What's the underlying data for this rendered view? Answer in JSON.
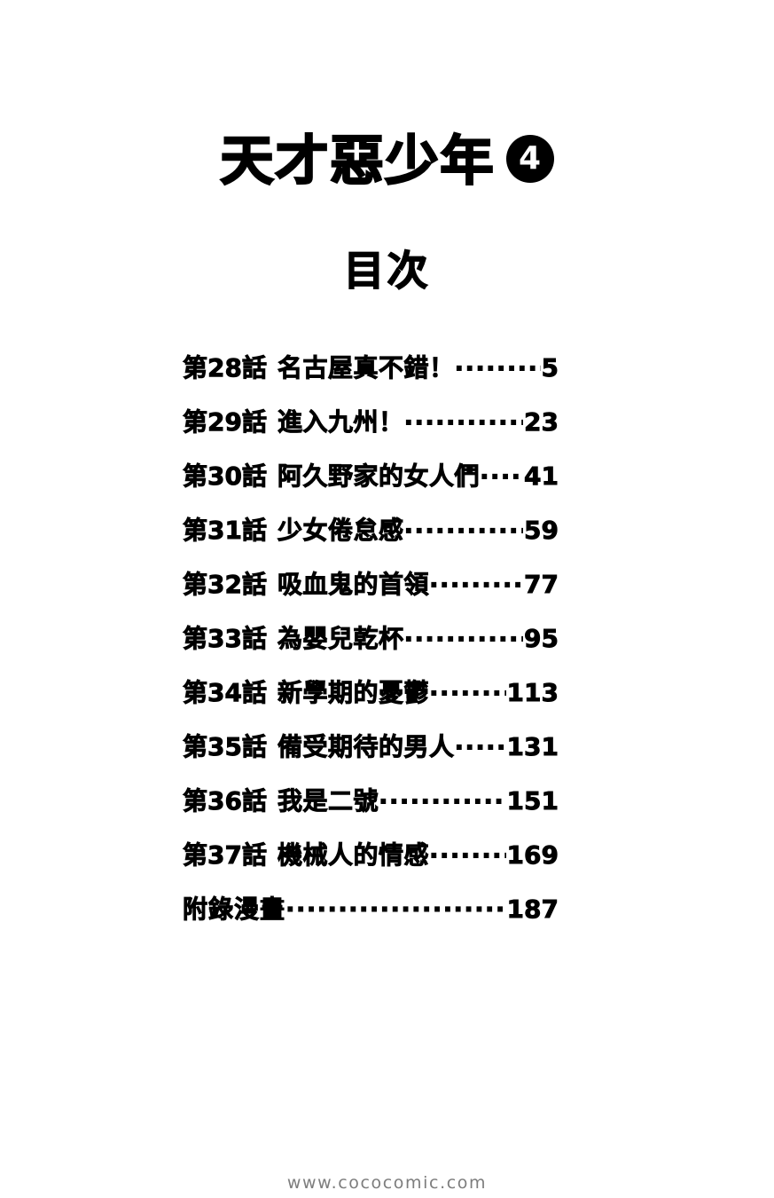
{
  "book": {
    "title": "天才惡少年",
    "volume_badge": "4",
    "toc_heading": "目次"
  },
  "toc": {
    "leader_char": "·",
    "entries": [
      {
        "chapter": "第28話",
        "title": "名古屋真不錯！",
        "page": "5"
      },
      {
        "chapter": "第29話",
        "title": "進入九州！",
        "page": "23"
      },
      {
        "chapter": "第30話",
        "title": "阿久野家的女人們",
        "page": "41"
      },
      {
        "chapter": "第31話",
        "title": "少女倦怠感",
        "page": "59"
      },
      {
        "chapter": "第32話",
        "title": "吸血鬼的首領",
        "page": "77"
      },
      {
        "chapter": "第33話",
        "title": "為嬰兒乾杯",
        "page": "95"
      },
      {
        "chapter": "第34話",
        "title": "新學期的憂鬱",
        "page": "113"
      },
      {
        "chapter": "第35話",
        "title": "備受期待的男人",
        "page": "131"
      },
      {
        "chapter": "第36話",
        "title": "我是二號",
        "page": "151"
      },
      {
        "chapter": "第37話",
        "title": "機械人的情感",
        "page": "169"
      },
      {
        "chapter": "",
        "title": "附錄漫畫",
        "page": "187"
      }
    ]
  },
  "watermark": {
    "text": "www.cococomic.com"
  },
  "colors": {
    "ink": "#000000",
    "paper": "#ffffff",
    "watermark": "#7d7d7d"
  }
}
